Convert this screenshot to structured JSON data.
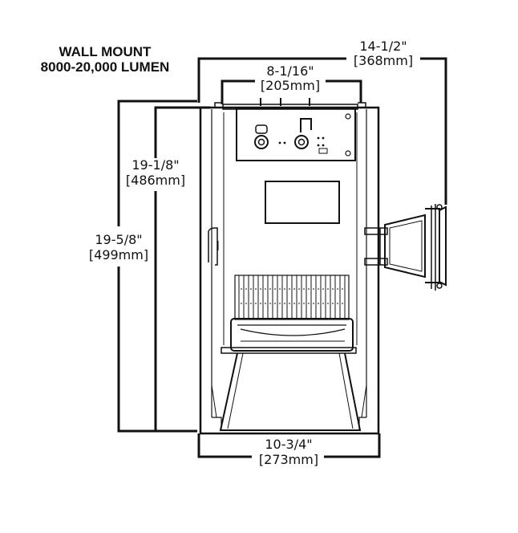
{
  "title": {
    "line1": "WALL MOUNT",
    "line2": "8000-20,000 LUMEN"
  },
  "dimensions": {
    "overall_width": {
      "imperial": "14-1/2\"",
      "metric": "[368mm]"
    },
    "top_width": {
      "imperial": "8-1/16\"",
      "metric": "[205mm]"
    },
    "inner_height": {
      "imperial": "19-1/8\"",
      "metric": "[486mm]"
    },
    "overall_height": {
      "imperial": "19-5/8\"",
      "metric": "[499mm]"
    },
    "bottom_width": {
      "imperial": "10-3/4\"",
      "metric": "[273mm]"
    }
  },
  "colors": {
    "line": "#111111",
    "background": "#ffffff"
  }
}
